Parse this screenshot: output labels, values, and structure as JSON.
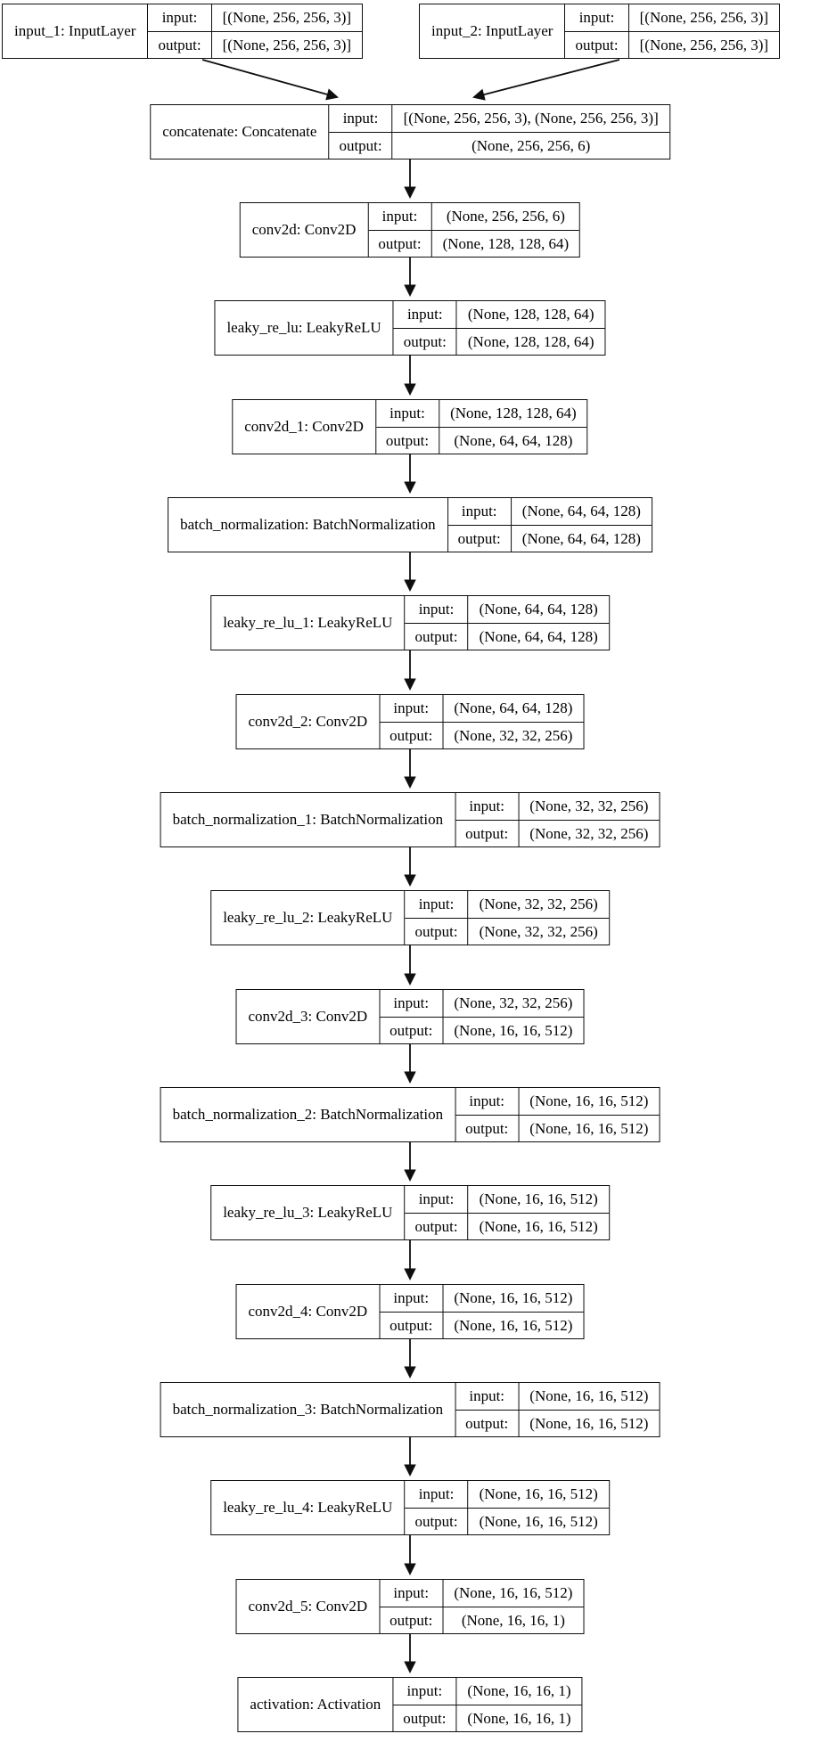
{
  "io_labels": {
    "input": "input:",
    "output": "output:"
  },
  "nodes": [
    {
      "id": "input_1",
      "title": "input_1: InputLayer",
      "input": "[(None, 256, 256, 3)]",
      "output": "[(None, 256, 256, 3)]"
    },
    {
      "id": "input_2",
      "title": "input_2: InputLayer",
      "input": "[(None, 256, 256, 3)]",
      "output": "[(None, 256, 256, 3)]"
    },
    {
      "id": "concatenate",
      "title": "concatenate: Concatenate",
      "input": "[(None, 256, 256, 3), (None, 256, 256, 3)]",
      "output": "(None, 256, 256, 6)"
    },
    {
      "id": "conv2d",
      "title": "conv2d: Conv2D",
      "input": "(None, 256, 256, 6)",
      "output": "(None, 128, 128, 64)"
    },
    {
      "id": "leaky_re_lu",
      "title": "leaky_re_lu: LeakyReLU",
      "input": "(None, 128, 128, 64)",
      "output": "(None, 128, 128, 64)"
    },
    {
      "id": "conv2d_1",
      "title": "conv2d_1: Conv2D",
      "input": "(None, 128, 128, 64)",
      "output": "(None, 64, 64, 128)"
    },
    {
      "id": "batch_normalization",
      "title": "batch_normalization: BatchNormalization",
      "input": "(None, 64, 64, 128)",
      "output": "(None, 64, 64, 128)"
    },
    {
      "id": "leaky_re_lu_1",
      "title": "leaky_re_lu_1: LeakyReLU",
      "input": "(None, 64, 64, 128)",
      "output": "(None, 64, 64, 128)"
    },
    {
      "id": "conv2d_2",
      "title": "conv2d_2: Conv2D",
      "input": "(None, 64, 64, 128)",
      "output": "(None, 32, 32, 256)"
    },
    {
      "id": "batch_normalization_1",
      "title": "batch_normalization_1: BatchNormalization",
      "input": "(None, 32, 32, 256)",
      "output": "(None, 32, 32, 256)"
    },
    {
      "id": "leaky_re_lu_2",
      "title": "leaky_re_lu_2: LeakyReLU",
      "input": "(None, 32, 32, 256)",
      "output": "(None, 32, 32, 256)"
    },
    {
      "id": "conv2d_3",
      "title": "conv2d_3: Conv2D",
      "input": "(None, 32, 32, 256)",
      "output": "(None, 16, 16, 512)"
    },
    {
      "id": "batch_normalization_2",
      "title": "batch_normalization_2: BatchNormalization",
      "input": "(None, 16, 16, 512)",
      "output": "(None, 16, 16, 512)"
    },
    {
      "id": "leaky_re_lu_3",
      "title": "leaky_re_lu_3: LeakyReLU",
      "input": "(None, 16, 16, 512)",
      "output": "(None, 16, 16, 512)"
    },
    {
      "id": "conv2d_4",
      "title": "conv2d_4: Conv2D",
      "input": "(None, 16, 16, 512)",
      "output": "(None, 16, 16, 512)"
    },
    {
      "id": "batch_normalization_3",
      "title": "batch_normalization_3: BatchNormalization",
      "input": "(None, 16, 16, 512)",
      "output": "(None, 16, 16, 512)"
    },
    {
      "id": "leaky_re_lu_4",
      "title": "leaky_re_lu_4: LeakyReLU",
      "input": "(None, 16, 16, 512)",
      "output": "(None, 16, 16, 512)"
    },
    {
      "id": "conv2d_5",
      "title": "conv2d_5: Conv2D",
      "input": "(None, 16, 16, 512)",
      "output": "(None, 16, 16, 1)"
    },
    {
      "id": "activation",
      "title": "activation: Activation",
      "input": "(None, 16, 16, 1)",
      "output": "(None, 16, 16, 1)"
    }
  ],
  "edges": [
    {
      "from": "input_1",
      "to": "concatenate"
    },
    {
      "from": "input_2",
      "to": "concatenate"
    },
    {
      "from": "concatenate",
      "to": "conv2d"
    },
    {
      "from": "conv2d",
      "to": "leaky_re_lu"
    },
    {
      "from": "leaky_re_lu",
      "to": "conv2d_1"
    },
    {
      "from": "conv2d_1",
      "to": "batch_normalization"
    },
    {
      "from": "batch_normalization",
      "to": "leaky_re_lu_1"
    },
    {
      "from": "leaky_re_lu_1",
      "to": "conv2d_2"
    },
    {
      "from": "conv2d_2",
      "to": "batch_normalization_1"
    },
    {
      "from": "batch_normalization_1",
      "to": "leaky_re_lu_2"
    },
    {
      "from": "leaky_re_lu_2",
      "to": "conv2d_3"
    },
    {
      "from": "conv2d_3",
      "to": "batch_normalization_2"
    },
    {
      "from": "batch_normalization_2",
      "to": "leaky_re_lu_3"
    },
    {
      "from": "leaky_re_lu_3",
      "to": "conv2d_4"
    },
    {
      "from": "conv2d_4",
      "to": "batch_normalization_3"
    },
    {
      "from": "batch_normalization_3",
      "to": "leaky_re_lu_4"
    },
    {
      "from": "leaky_re_lu_4",
      "to": "conv2d_5"
    },
    {
      "from": "conv2d_5",
      "to": "activation"
    }
  ]
}
